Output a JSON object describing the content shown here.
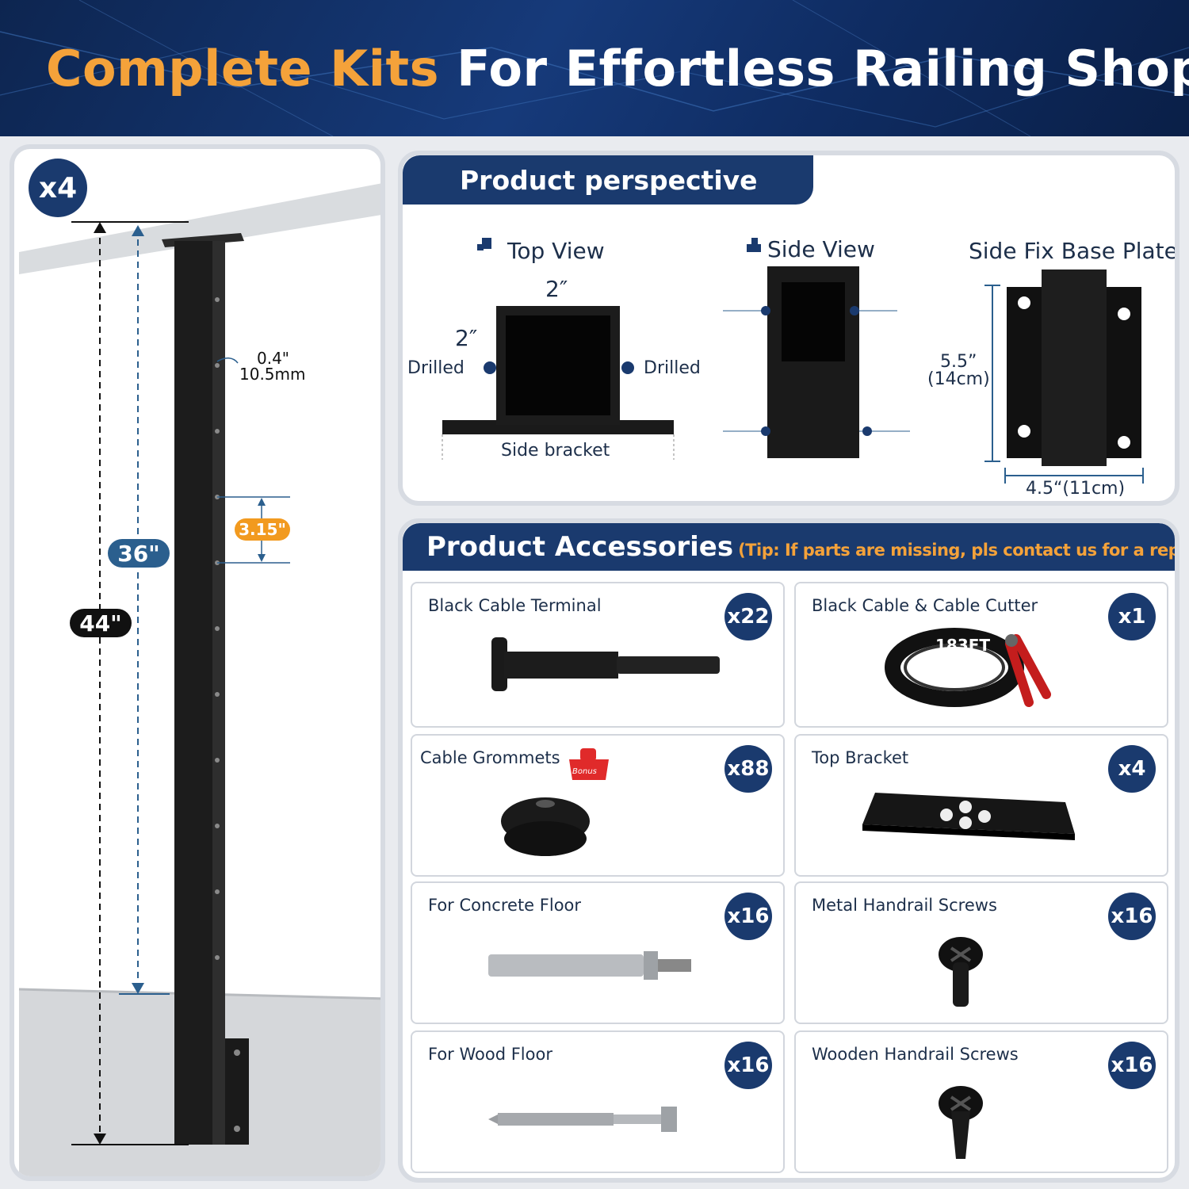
{
  "header": {
    "title_highlight": "Complete Kits",
    "title_rest": "For Effortless Railing Shopping",
    "highlight_color": "#f4a23a",
    "background_color": "#0f2c62"
  },
  "post": {
    "quantity": "x4",
    "height_total": "44\"",
    "height_rail": "36\"",
    "hole_spacing": "3.15\"",
    "hole_size_in": "0.4\"",
    "hole_size_mm": "10.5mm"
  },
  "perspective": {
    "section_title": "Product perspective",
    "top_view": {
      "title": "Top View",
      "width_label": "2″",
      "depth_label": "2″",
      "left_label": "Drilled",
      "right_label": "Drilled",
      "bracket_label": "Side bracket"
    },
    "side_view": {
      "title": "Side View"
    },
    "base_plate": {
      "title": "Side Fix Base Plate",
      "height_in": "5.5”",
      "height_cm": "(14cm)",
      "width_label": "4.5“(11cm)"
    }
  },
  "accessories": {
    "section_title": "Product Accessories",
    "tip": "(Tip: If parts are missing, pls contact us for a replacement.)",
    "items": [
      {
        "name": "Black Cable Terminal",
        "qty": "x22"
      },
      {
        "name": "Black Cable & Cable Cutter",
        "qty": "x1",
        "coil_label": "183FT"
      },
      {
        "name": "Cable Grommets",
        "qty": "x88",
        "badge": "Bonus"
      },
      {
        "name": "Top Bracket",
        "qty": "x4"
      },
      {
        "name": "For Concrete Floor",
        "qty": "x16"
      },
      {
        "name": "Metal Handrail Screws",
        "qty": "x16"
      },
      {
        "name": "For Wood Floor",
        "qty": "x16"
      },
      {
        "name": "Wooden Handrail Screws",
        "qty": "x16"
      }
    ]
  }
}
